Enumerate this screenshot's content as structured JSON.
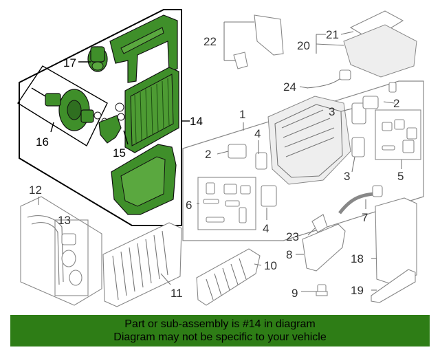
{
  "banner": {
    "line1": "Part or sub-assembly is #14 in diagram",
    "line2": "Diagram may not be specific to your vehicle"
  },
  "callouts": {
    "c1": "1",
    "c2a": "2",
    "c2b": "2",
    "c3a": "3",
    "c3b": "3",
    "c4a": "4",
    "c4b": "4",
    "c5": "5",
    "c6": "6",
    "c7": "7",
    "c8": "8",
    "c9": "9",
    "c10": "10",
    "c11": "11",
    "c12": "12",
    "c13": "13",
    "c14": "14",
    "c15": "15",
    "c16": "16",
    "c17": "17",
    "c18": "18",
    "c19": "19",
    "c20": "20",
    "c21": "21",
    "c22": "22",
    "c23": "23",
    "c24": "24"
  },
  "colors": {
    "highlight": "#3f8f2a",
    "banner": "#2e7d16",
    "outline": "#888888"
  }
}
